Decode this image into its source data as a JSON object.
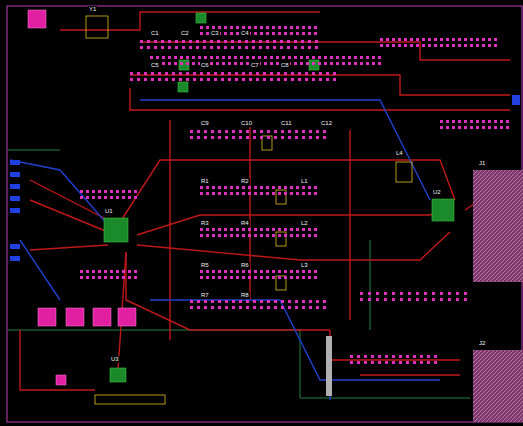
{
  "diagram": {
    "labels": [
      "Y1",
      "C1",
      "C2",
      "C3",
      "C4",
      "C5",
      "C6",
      "C7",
      "C8",
      "C9",
      "C10",
      "C11",
      "C12",
      "R1",
      "R2",
      "R3",
      "R4",
      "R5",
      "R6",
      "R7",
      "R8",
      "L1",
      "L2",
      "L3",
      "L4",
      "U1",
      "U2",
      "U3",
      "J1",
      "J2"
    ]
  }
}
